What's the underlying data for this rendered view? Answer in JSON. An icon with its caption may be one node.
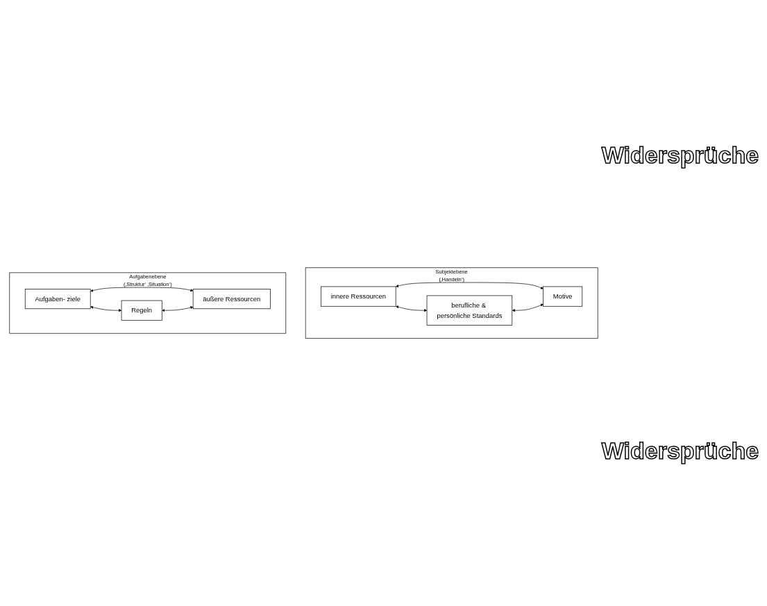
{
  "diagram": {
    "nodes": [
      {
        "text": [
          "Subjektebene",
          "(‚Handeln‘)"
        ]
      },
      {
        "text": [
          "innere Ressourcen"
        ],
        "in": 0
      },
      {
        "text": [
          "berufliche & persönliche Standards"
        ],
        "in": 0
      },
      {
        "text": [
          "Motive"
        ],
        "in": 0
      },
      {
        "text": [
          "Aufgabenebene",
          "(‚Struktur‘ ‚Situation‘)"
        ]
      },
      {
        "text": [
          "Aufgaben- ziele"
        ],
        "in": 4
      },
      {
        "text": [
          "Regeln"
        ],
        "in": 4
      },
      {
        "text": [
          "äußere Ressourcen"
        ],
        "in": 4
      }
    ],
    "edges": [
      {
        "from": 1,
        "to": 2,
        "arrow": "both"
      },
      {
        "from": 1,
        "to": 3,
        "arrow": "both"
      },
      {
        "from": 2,
        "to": 3,
        "arrow": "both"
      },
      {
        "from": 5,
        "to": 6,
        "arrow": "both"
      },
      {
        "from": 5,
        "to": 7,
        "arrow": "both"
      },
      {
        "from": 6,
        "to": 7,
        "arrow": "both"
      }
    ],
    "labels": [
      "Widersprüche",
      "Widersprüche"
    ]
  }
}
